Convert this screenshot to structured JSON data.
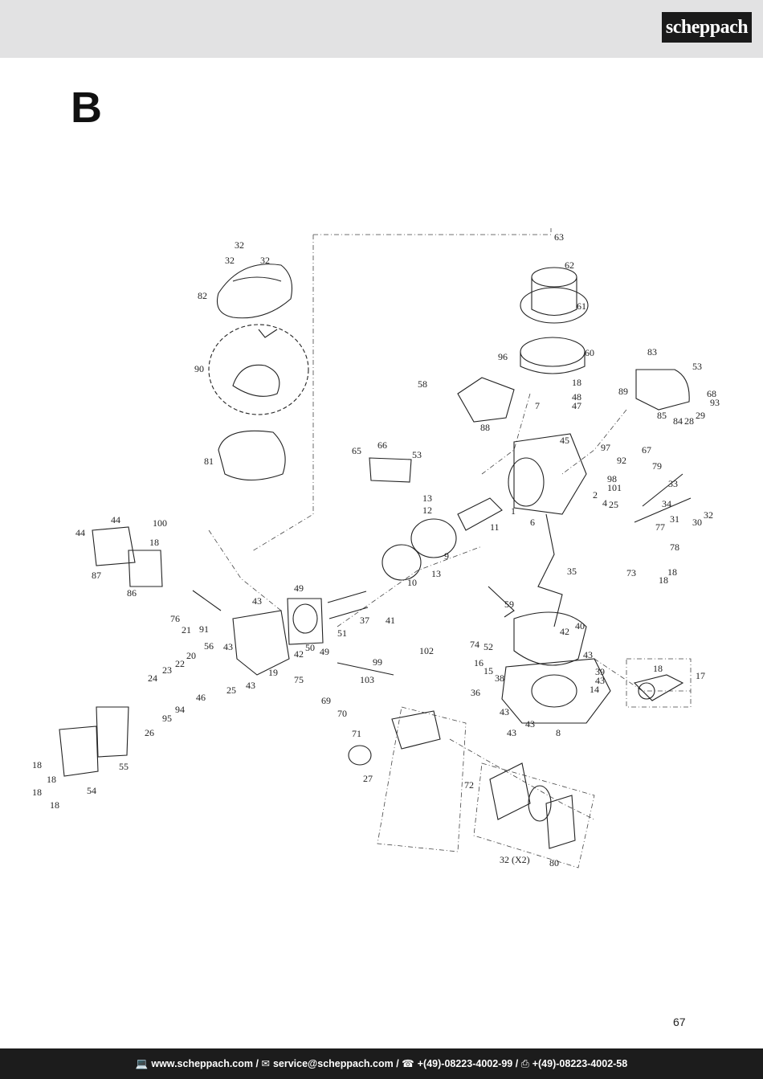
{
  "header": {
    "brand": "scheppach"
  },
  "section_letter": "B",
  "page_number": "67",
  "footer": {
    "website": "www.scheppach.com",
    "email": "service@scheppach.com",
    "phone": "+(49)-08223-4002-99",
    "fax": "+(49)-08223-4002-58",
    "separator": "/",
    "icons": {
      "web": "computer-icon",
      "mail": "mail-icon",
      "phone": "phone-icon",
      "fax": "fax-icon"
    }
  },
  "diagram": {
    "callouts": [
      "32",
      "32",
      "32",
      "82",
      "90",
      "81",
      "63",
      "62",
      "61",
      "60",
      "96",
      "58",
      "18",
      "48",
      "47",
      "7",
      "88",
      "45",
      "97",
      "92",
      "83",
      "53",
      "89",
      "85",
      "84",
      "29",
      "68",
      "93",
      "28",
      "67",
      "79",
      "65",
      "66",
      "53",
      "13",
      "12",
      "11",
      "1",
      "98",
      "101",
      "2",
      "4",
      "25",
      "6",
      "33",
      "34",
      "31",
      "30",
      "32",
      "77",
      "78",
      "44",
      "44",
      "100",
      "18",
      "87",
      "86",
      "9",
      "13",
      "10",
      "76",
      "73",
      "18",
      "18",
      "35",
      "59",
      "49",
      "43",
      "37",
      "41",
      "21",
      "91",
      "20",
      "22",
      "23",
      "24",
      "56",
      "43",
      "51",
      "50",
      "42",
      "49",
      "19",
      "25",
      "43",
      "75",
      "99",
      "102",
      "74",
      "52",
      "40",
      "42",
      "43",
      "16",
      "15",
      "38",
      "36",
      "39",
      "43",
      "14",
      "18",
      "17",
      "69",
      "103",
      "70",
      "71",
      "94",
      "46",
      "95",
      "26",
      "43",
      "43",
      "43",
      "8",
      "55",
      "27",
      "72",
      "18",
      "18",
      "18",
      "18",
      "54",
      "32 (X2)",
      "80"
    ]
  }
}
